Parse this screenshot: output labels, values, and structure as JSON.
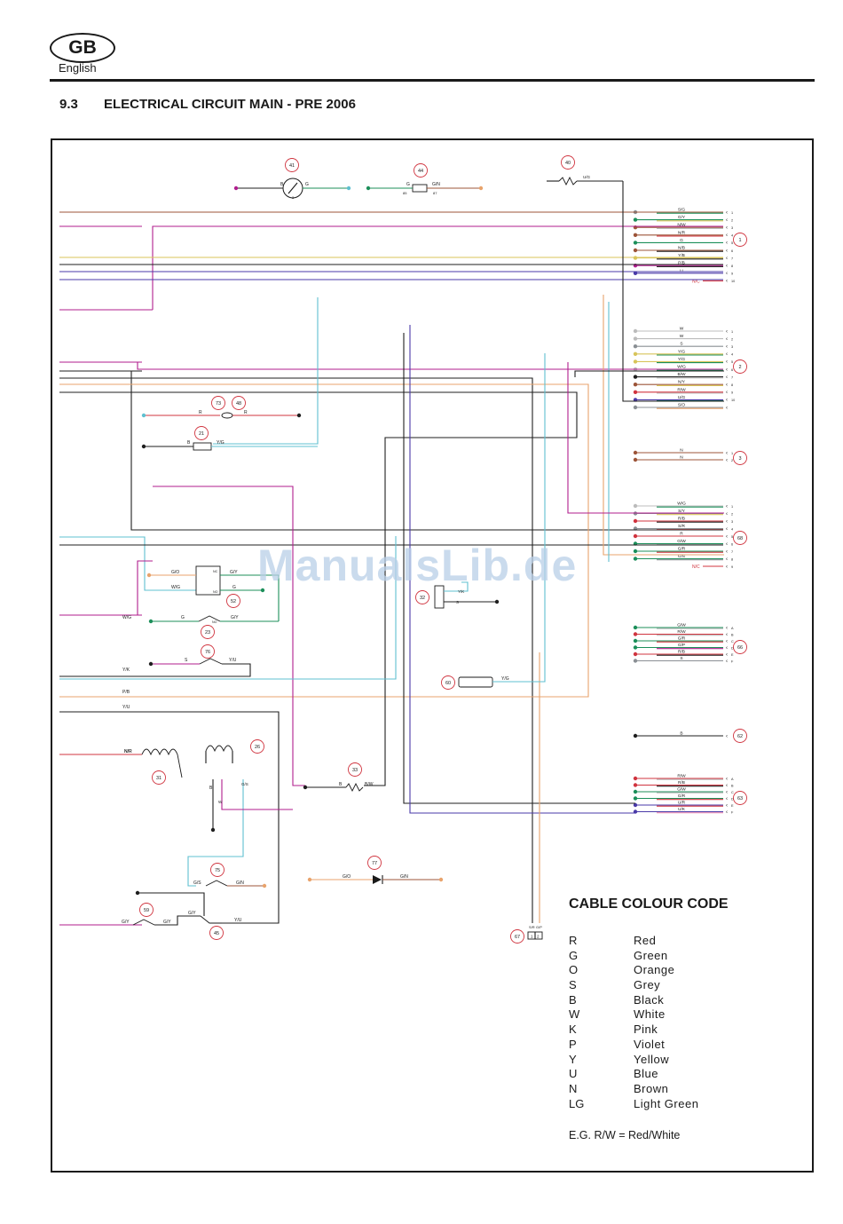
{
  "header": {
    "logo_text": "GB",
    "language": "English",
    "section_number": "9.3",
    "section_title": "ELECTRICAL CIRCUIT MAIN - PRE 2006"
  },
  "watermark": "ManualsLib.de",
  "colors": {
    "R": "#d0343f",
    "G": "#1c8f5a",
    "O": "#e8a36c",
    "S": "#8a8f94",
    "B": "#1f1f1f",
    "W": "#bcbcbc",
    "K": "#e98fb6",
    "P": "#b01e8e",
    "Y": "#d8c45a",
    "U": "#4a3aa8",
    "N": "#9c5438",
    "LG": "#5fc0d0",
    "callout": "#d0343f"
  },
  "components": [
    {
      "id": "41",
      "pins": [
        "B",
        "G",
        "3"
      ]
    },
    {
      "id": "44",
      "pins": [
        "G",
        "G/N",
        "85",
        "87"
      ]
    },
    {
      "id": "40",
      "pins": [
        "U/G"
      ]
    },
    {
      "id": "73"
    },
    {
      "id": "48",
      "pins": [
        "R",
        "R"
      ]
    },
    {
      "id": "21",
      "pins": [
        "B",
        "Y/G"
      ]
    },
    {
      "id": "52",
      "pins": [
        "G/O",
        "G/Y",
        "W/G",
        "G",
        "NC",
        "NO"
      ]
    },
    {
      "id": "23",
      "pins": [
        "G",
        "G/Y",
        "NO"
      ]
    },
    {
      "id": "76",
      "pins": [
        "S",
        "Y/U"
      ]
    },
    {
      "id": "32",
      "pins": [
        "Y/K",
        "S"
      ]
    },
    {
      "id": "60",
      "pins": [
        "Y/G"
      ]
    },
    {
      "id": "31",
      "pins": [
        "N/R"
      ]
    },
    {
      "id": "26",
      "pins": [
        "B",
        "G/S",
        "W"
      ]
    },
    {
      "id": "33",
      "pins": [
        "B",
        "B/W"
      ]
    },
    {
      "id": "75",
      "pins": [
        "G/S",
        "G/N"
      ]
    },
    {
      "id": "77",
      "pins": [
        "G/O",
        "G/N"
      ]
    },
    {
      "id": "59",
      "pins": [
        "G/Y",
        "G/Y"
      ]
    },
    {
      "id": "45",
      "pins": [
        "G/Y",
        "Y/U"
      ]
    },
    {
      "id": "67",
      "pins": [
        "S/R",
        "G/P",
        "1",
        "2"
      ]
    }
  ],
  "connectors": [
    {
      "id": "1",
      "pins": [
        "1",
        "2",
        "3",
        "4",
        "5",
        "6",
        "7",
        "8",
        "9",
        "10"
      ],
      "wires": [
        "S/G",
        "G/Y",
        "N/W",
        "N/R",
        "G",
        "N/B",
        "Y/B",
        "P/B",
        "U",
        "U"
      ],
      "nc_label": "N/C"
    },
    {
      "id": "2",
      "pins": [
        "1",
        "2",
        "3",
        "4",
        "5",
        "6",
        "7",
        "8",
        "9",
        "10"
      ],
      "wires": [
        "W",
        "W",
        "S",
        "Y/G",
        "Y/G",
        "W/G",
        "B/W",
        "N/Y",
        "R/W",
        "U/G",
        "S/O"
      ]
    },
    {
      "id": "3",
      "pins": [
        "1",
        "2"
      ],
      "wires": [
        "N",
        "N"
      ]
    },
    {
      "id": "68",
      "pins": [
        "1",
        "2",
        "3",
        "4",
        "5",
        "6",
        "7",
        "8",
        "9"
      ],
      "wires": [
        "W/G",
        "S/Y",
        "R/B",
        "S/R",
        "R",
        "G/W",
        "G/R",
        "G/S"
      ],
      "nc_label": "N/C"
    },
    {
      "id": "66",
      "pins": [
        "A",
        "B",
        "C",
        "D",
        "E",
        "F"
      ],
      "wires": [
        "G/W",
        "R/W",
        "G/R",
        "G/P",
        "R/B",
        "S"
      ]
    },
    {
      "id": "62",
      "pins": [],
      "wires": [
        "B"
      ]
    },
    {
      "id": "63",
      "pins": [
        "A",
        "B",
        "C",
        "D",
        "E",
        "F"
      ],
      "wires": [
        "R/W",
        "R/B",
        "G/W",
        "G/R",
        "U/R",
        "U/K"
      ]
    }
  ],
  "left_wire_labels": [
    "W/G",
    "Y/K",
    "P/B",
    "Y/U",
    "N/R"
  ],
  "legend": {
    "title": "CABLE COLOUR CODE",
    "items": [
      {
        "code": "R",
        "name": "Red"
      },
      {
        "code": "G",
        "name": "Green"
      },
      {
        "code": "O",
        "name": "Orange"
      },
      {
        "code": "S",
        "name": "Grey"
      },
      {
        "code": "B",
        "name": "Black"
      },
      {
        "code": "W",
        "name": "White"
      },
      {
        "code": "K",
        "name": "Pink"
      },
      {
        "code": "P",
        "name": "Violet"
      },
      {
        "code": "Y",
        "name": "Yellow"
      },
      {
        "code": "U",
        "name": "Blue"
      },
      {
        "code": "N",
        "name": "Brown"
      },
      {
        "code": "LG",
        "name": "Light Green"
      }
    ],
    "note": "E.G. R/W = Red/White"
  }
}
